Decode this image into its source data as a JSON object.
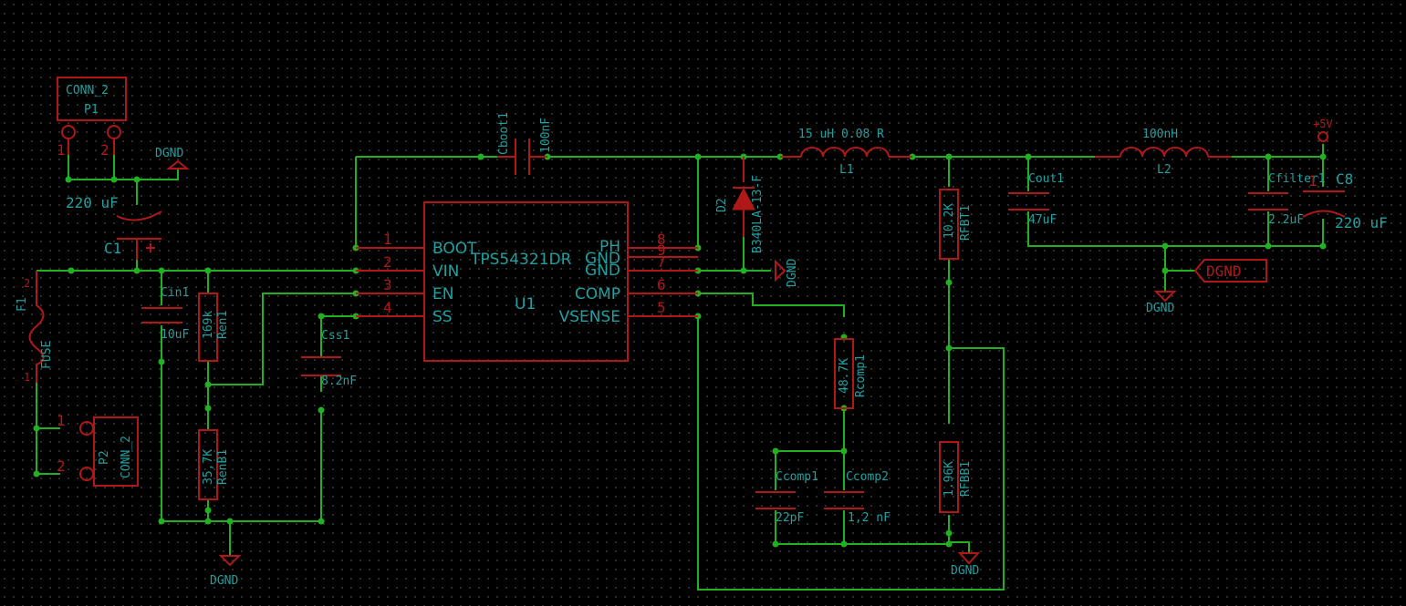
{
  "schematic": {
    "ic": {
      "ref": "U1",
      "value": "TPS54321DR",
      "pins": [
        {
          "num": "1",
          "name": "BOOT"
        },
        {
          "num": "2",
          "name": "VIN"
        },
        {
          "num": "3",
          "name": "EN"
        },
        {
          "num": "4",
          "name": "SS"
        },
        {
          "num": "8",
          "name": "PH"
        },
        {
          "num": "9",
          "name": "GND"
        },
        {
          "num": "7",
          "name": "GND"
        },
        {
          "num": "6",
          "name": "COMP"
        },
        {
          "num": "5",
          "name": "VSENSE"
        }
      ]
    },
    "p1": {
      "ref": "P1",
      "value": "CONN_2",
      "pin1": "1",
      "pin2": "2"
    },
    "p2": {
      "ref": "P2",
      "value": "CONN_2",
      "pin1": "1",
      "pin2": "2"
    },
    "c1": {
      "ref": "C1",
      "value": "220 uF"
    },
    "f1": {
      "ref": "F1",
      "value": "FUSE",
      "pin1": "1",
      "pin2": "2"
    },
    "cin1": {
      "ref": "Cin1",
      "value": "10uF"
    },
    "ren1": {
      "ref": "Ren1",
      "value": "169k"
    },
    "renb1": {
      "ref": "RenB1",
      "value": "35,7K"
    },
    "css1": {
      "ref": "Css1",
      "value": "8.2nF"
    },
    "cboot1": {
      "ref": "Cboot1",
      "value": "100nF"
    },
    "d2": {
      "ref": "D2",
      "value": "B340LA-13-F"
    },
    "l1": {
      "ref": "L1",
      "value": "15 uH 0.08 R"
    },
    "l2": {
      "ref": "L2",
      "value": "100nH"
    },
    "rfbt1": {
      "ref": "RFBT1",
      "value": "10.2K"
    },
    "rfbb1": {
      "ref": "RFBB1",
      "value": "1.96K"
    },
    "rcomp1": {
      "ref": "Rcomp1",
      "value": "48.7K"
    },
    "ccomp1": {
      "ref": "Ccomp1",
      "value": "22pF"
    },
    "ccomp2": {
      "ref": "Ccomp2",
      "value": "1,2 nF"
    },
    "cout1": {
      "ref": "Cout1",
      "value": "47uF"
    },
    "cfilter1": {
      "ref": "Cfilter1",
      "value": "2.2uF"
    },
    "c8": {
      "ref": "C8",
      "value": "220 uF",
      "pin": "1"
    },
    "power": {
      "vout": "+5V",
      "gnd": "DGND",
      "label": "DGND"
    }
  }
}
